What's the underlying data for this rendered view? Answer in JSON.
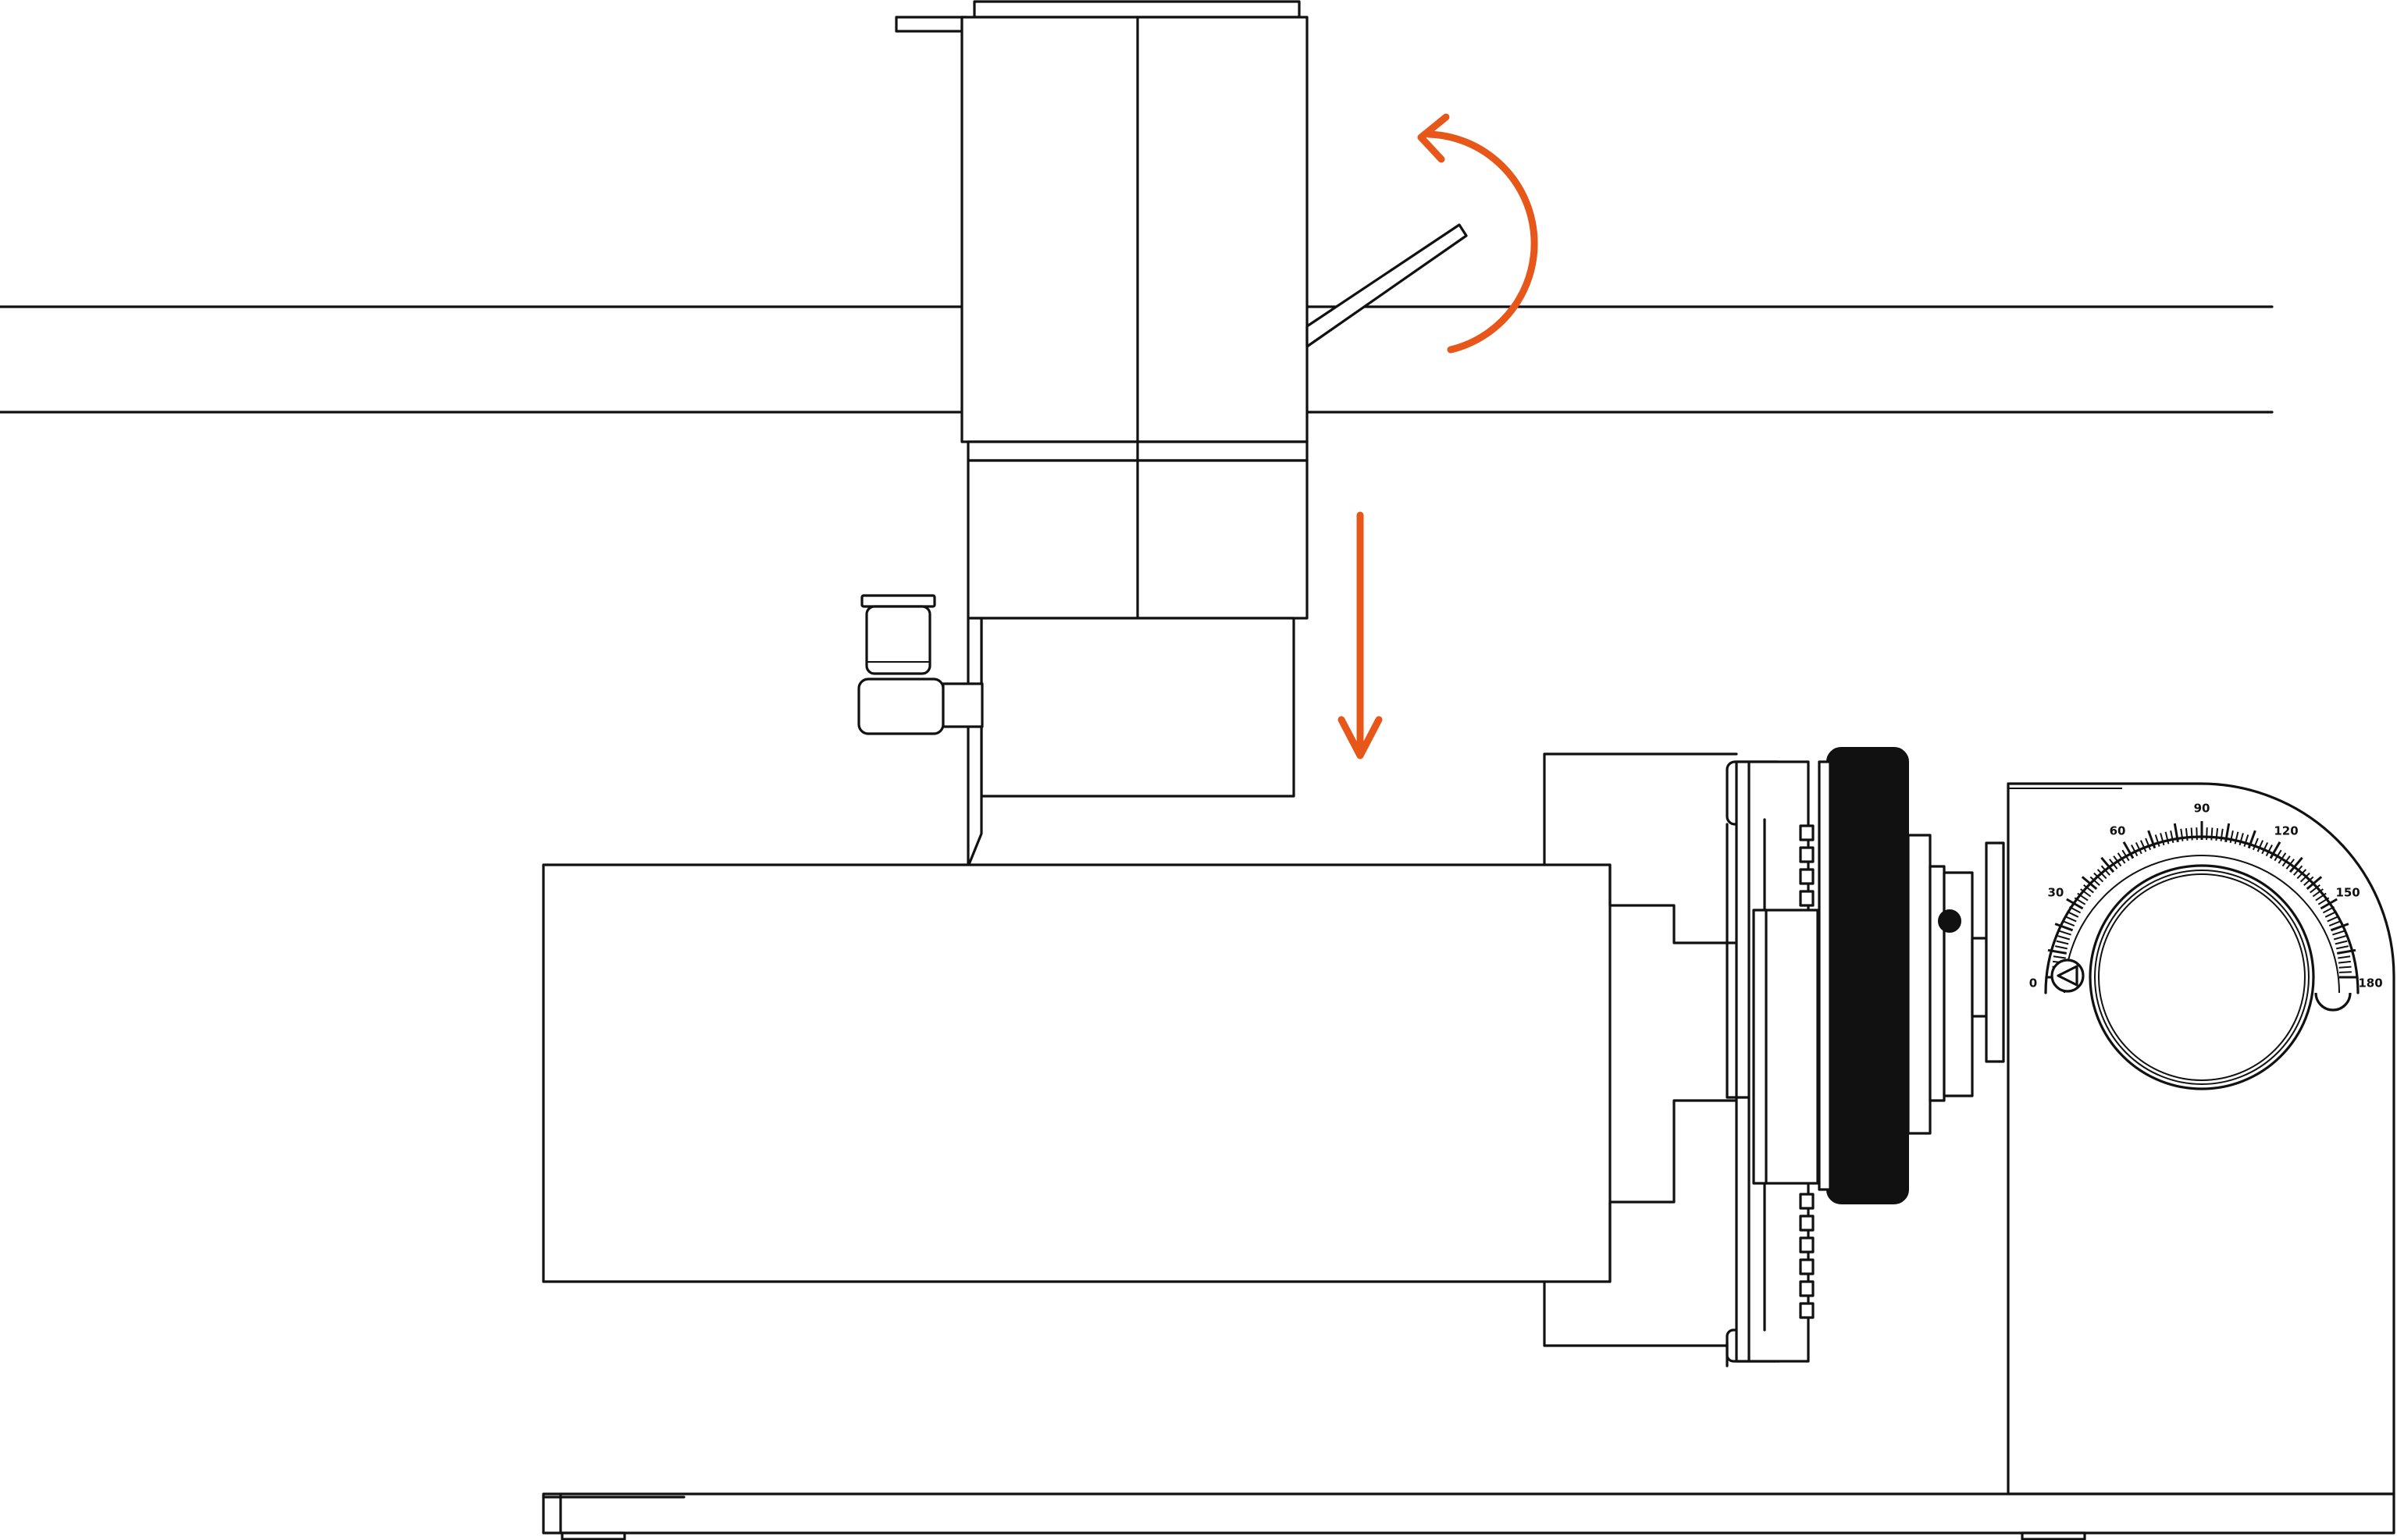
{
  "figure": {
    "style": "monochrome line drawing",
    "line_color": "#111111",
    "background_color": "#ffffff",
    "accent_color": "#e8571a"
  },
  "annotations": [
    {
      "name": "rotate-arrow",
      "meaning": "counter-clockwise rotation of the lever",
      "color": "#e8571a"
    },
    {
      "name": "down-arrow",
      "meaning": "downward motion of the head",
      "color": "#e8571a"
    }
  ],
  "dial": {
    "scale_labels": [
      "0",
      "30",
      "60",
      "90",
      "120",
      "150",
      "180"
    ],
    "pointer_icon": "triangle-pointer-icon"
  }
}
